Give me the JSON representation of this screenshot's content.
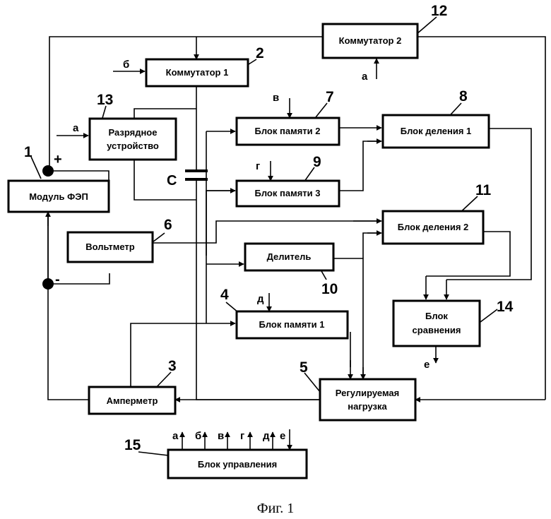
{
  "blocks": {
    "module_fep": "Модуль ФЭП",
    "commutator_1": "Коммутатор 1",
    "commutator_2": "Коммутатор 2",
    "discharge_line1": "Разрядное",
    "discharge_line2": "устройство",
    "memory_2": "Блок памяти 2",
    "memory_3": "Блок памяти 3",
    "memory_1": "Блок памяти 1",
    "division_1": "Блок деления 1",
    "division_2": "Блок деления 2",
    "voltmeter": "Вольтметр",
    "divider": "Делитель",
    "comparison_line1": "Блок",
    "comparison_line2": "сравнения",
    "ammeter": "Амперметр",
    "load_line1": "Регулируемая",
    "load_line2": "нагрузка",
    "control": "Блок управления"
  },
  "numbers": {
    "n1": "1",
    "n2": "2",
    "n3": "3",
    "n4": "4",
    "n5": "5",
    "n6": "6",
    "n7": "7",
    "n8": "8",
    "n9": "9",
    "n10": "10",
    "n11": "11",
    "n12": "12",
    "n13": "13",
    "n14": "14",
    "n15": "15"
  },
  "signals": {
    "a": "а",
    "b": "б",
    "v": "в",
    "g": "г",
    "d": "д",
    "e": "е"
  },
  "capacitor_label": "С",
  "polarity": {
    "plus": "+",
    "minus": "-"
  },
  "caption": "Фиг. 1"
}
